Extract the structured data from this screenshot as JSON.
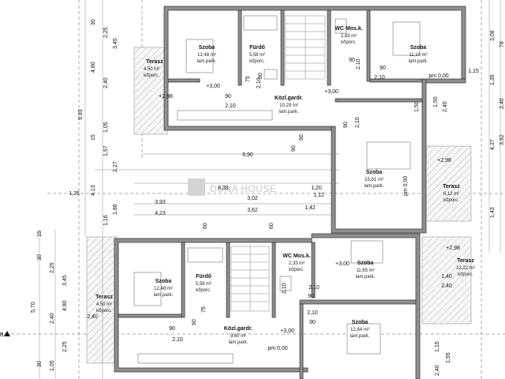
{
  "floor_plans": {
    "upper_unit": {
      "rooms": [
        {
          "name": "Szoba",
          "area": "12,48 m²",
          "floor": "lam.park."
        },
        {
          "name": "Fürdő",
          "area": "5,58 m²",
          "floor": "kőporc."
        },
        {
          "name": "WC Mos.k.",
          "area": "2,83 m²",
          "floor": "kőporc."
        },
        {
          "name": "Szoba",
          "area": "11,14 m²",
          "floor": "lam.park."
        },
        {
          "name": "Terasz",
          "area": "4,50 m²",
          "floor": "kőporc."
        },
        {
          "name": "Közl.gardr.",
          "area": "10,29 m²",
          "floor": "lam.park."
        },
        {
          "name": "Szoba",
          "area": "15,81 m²",
          "floor": "lam.park."
        },
        {
          "name": "Terasz",
          "area": "6,12 m²",
          "floor": "kőporc."
        }
      ],
      "levels": [
        "+3,00",
        "+3,00",
        "+2,98",
        "+2,98",
        "pm 0,00",
        "pm 0,00"
      ]
    },
    "lower_unit": {
      "rooms": [
        {
          "name": "Szoba",
          "area": "12,48 m²",
          "floor": "lam.park."
        },
        {
          "name": "Fürdő",
          "area": "5,58 m²",
          "floor": "kőporc."
        },
        {
          "name": "WC Mos.k.",
          "area": "2,33 m²",
          "floor": "kőporc."
        },
        {
          "name": "Szoba",
          "area": "11,65 m²",
          "floor": "lam.park."
        },
        {
          "name": "Terasz",
          "area": "4,50 m²",
          "floor": "kőporc."
        },
        {
          "name": "Közl.gardr.",
          "area": "9,60 m²",
          "floor": "lam.park."
        },
        {
          "name": "Szoba",
          "area": "12,64 m²",
          "floor": "lam.park."
        },
        {
          "name": "Terasz",
          "area": "12,22 m²",
          "floor": "kőporc."
        }
      ],
      "levels": [
        "+3,00",
        "+3,00",
        "+2,98",
        "pm 0,00"
      ]
    },
    "dimensions_horizontal": [
      "6,90",
      "8,33",
      "3,93",
      "3,02",
      "4,23",
      "3,62",
      "1,42",
      "1,12",
      "1,20",
      "1,25"
    ],
    "dimensions_left": [
      "30",
      "2,25",
      "3,45",
      "4,80",
      "2,40",
      "9,83",
      "1,05",
      "15",
      "1,57",
      "2,27",
      "4,13",
      "1,86",
      "1,16",
      "15",
      "30",
      "2,25",
      "3,45",
      "4,80",
      "5,70",
      "2,40",
      "2,25",
      "1,05",
      "30"
    ],
    "dimensions_right": [
      "3,08",
      "1,35",
      "78",
      "2,40",
      "3,92",
      "4,37",
      "1,43",
      "1,15",
      "1,50"
    ],
    "dimensions_interior": [
      "90",
      "2,10",
      "75",
      "90",
      "2,10",
      "90",
      "2,10",
      "90",
      "2,10",
      "1,50",
      "2,40",
      "90",
      "2,10",
      "90",
      "90",
      "60",
      "60",
      "90",
      "2,10",
      "75",
      "90",
      "2,10",
      "90",
      "2,10",
      "2,10",
      "90",
      "2,40",
      "1,40",
      "2,40",
      "1,15",
      "1,55",
      "2,40"
    ],
    "watermark": "DUNA HOUSE",
    "section_marker": "B"
  }
}
